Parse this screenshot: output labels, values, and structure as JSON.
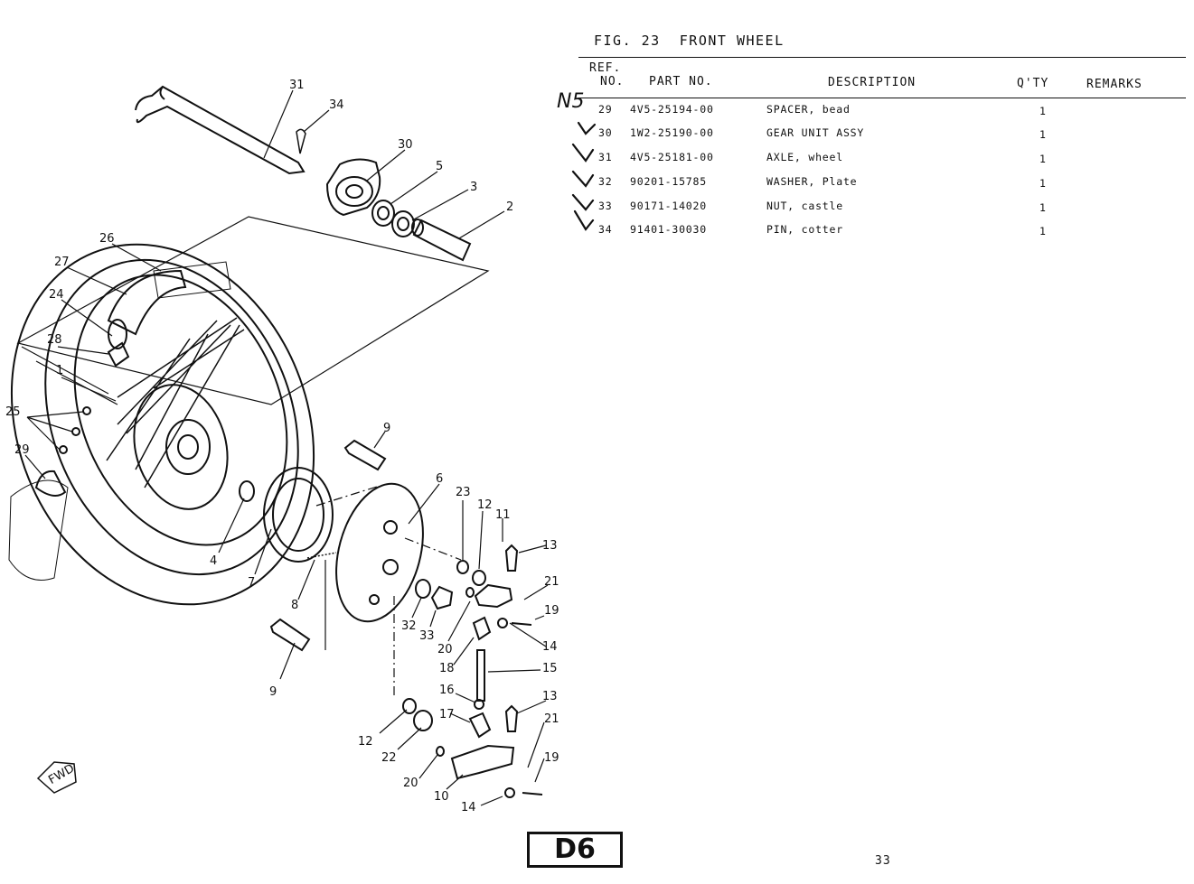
{
  "figure": {
    "label": "FIG. 23",
    "title": "FRONT WHEEL"
  },
  "table": {
    "headers": {
      "ref_line1": "REF.",
      "ref_line2": "NO.",
      "part_no": "PART NO.",
      "description": "DESCRIPTION",
      "qty": "Q'TY",
      "remarks": "REMARKS"
    },
    "rows": [
      {
        "ref": "29",
        "part_no": "4V5-25194-00",
        "description": "SPACER, bead",
        "qty": "1"
      },
      {
        "ref": "30",
        "part_no": "1W2-25190-00",
        "description": "GEAR UNIT ASSY",
        "qty": "1"
      },
      {
        "ref": "31",
        "part_no": "4V5-25181-00",
        "description": "AXLE, wheel",
        "qty": "1"
      },
      {
        "ref": "32",
        "part_no": "90201-15785",
        "description": "WASHER, Plate",
        "qty": "1"
      },
      {
        "ref": "33",
        "part_no": "90171-14020",
        "description": "NUT, castle",
        "qty": "1"
      },
      {
        "ref": "34",
        "part_no": "91401-30030",
        "description": "PIN, cotter",
        "qty": "1"
      }
    ]
  },
  "annotation": "N5",
  "diagram_labels": [
    "31",
    "34",
    "30",
    "5",
    "3",
    "2",
    "26",
    "27",
    "24",
    "28",
    "1",
    "25",
    "29",
    "9",
    "6",
    "23",
    "12",
    "11",
    "13",
    "21",
    "19",
    "14",
    "4",
    "7",
    "8",
    "32",
    "33",
    "20",
    "18",
    "15",
    "16",
    "17",
    "22",
    "10"
  ],
  "fwd_label": "FWD",
  "page_badge": "D6",
  "page_number": "33"
}
